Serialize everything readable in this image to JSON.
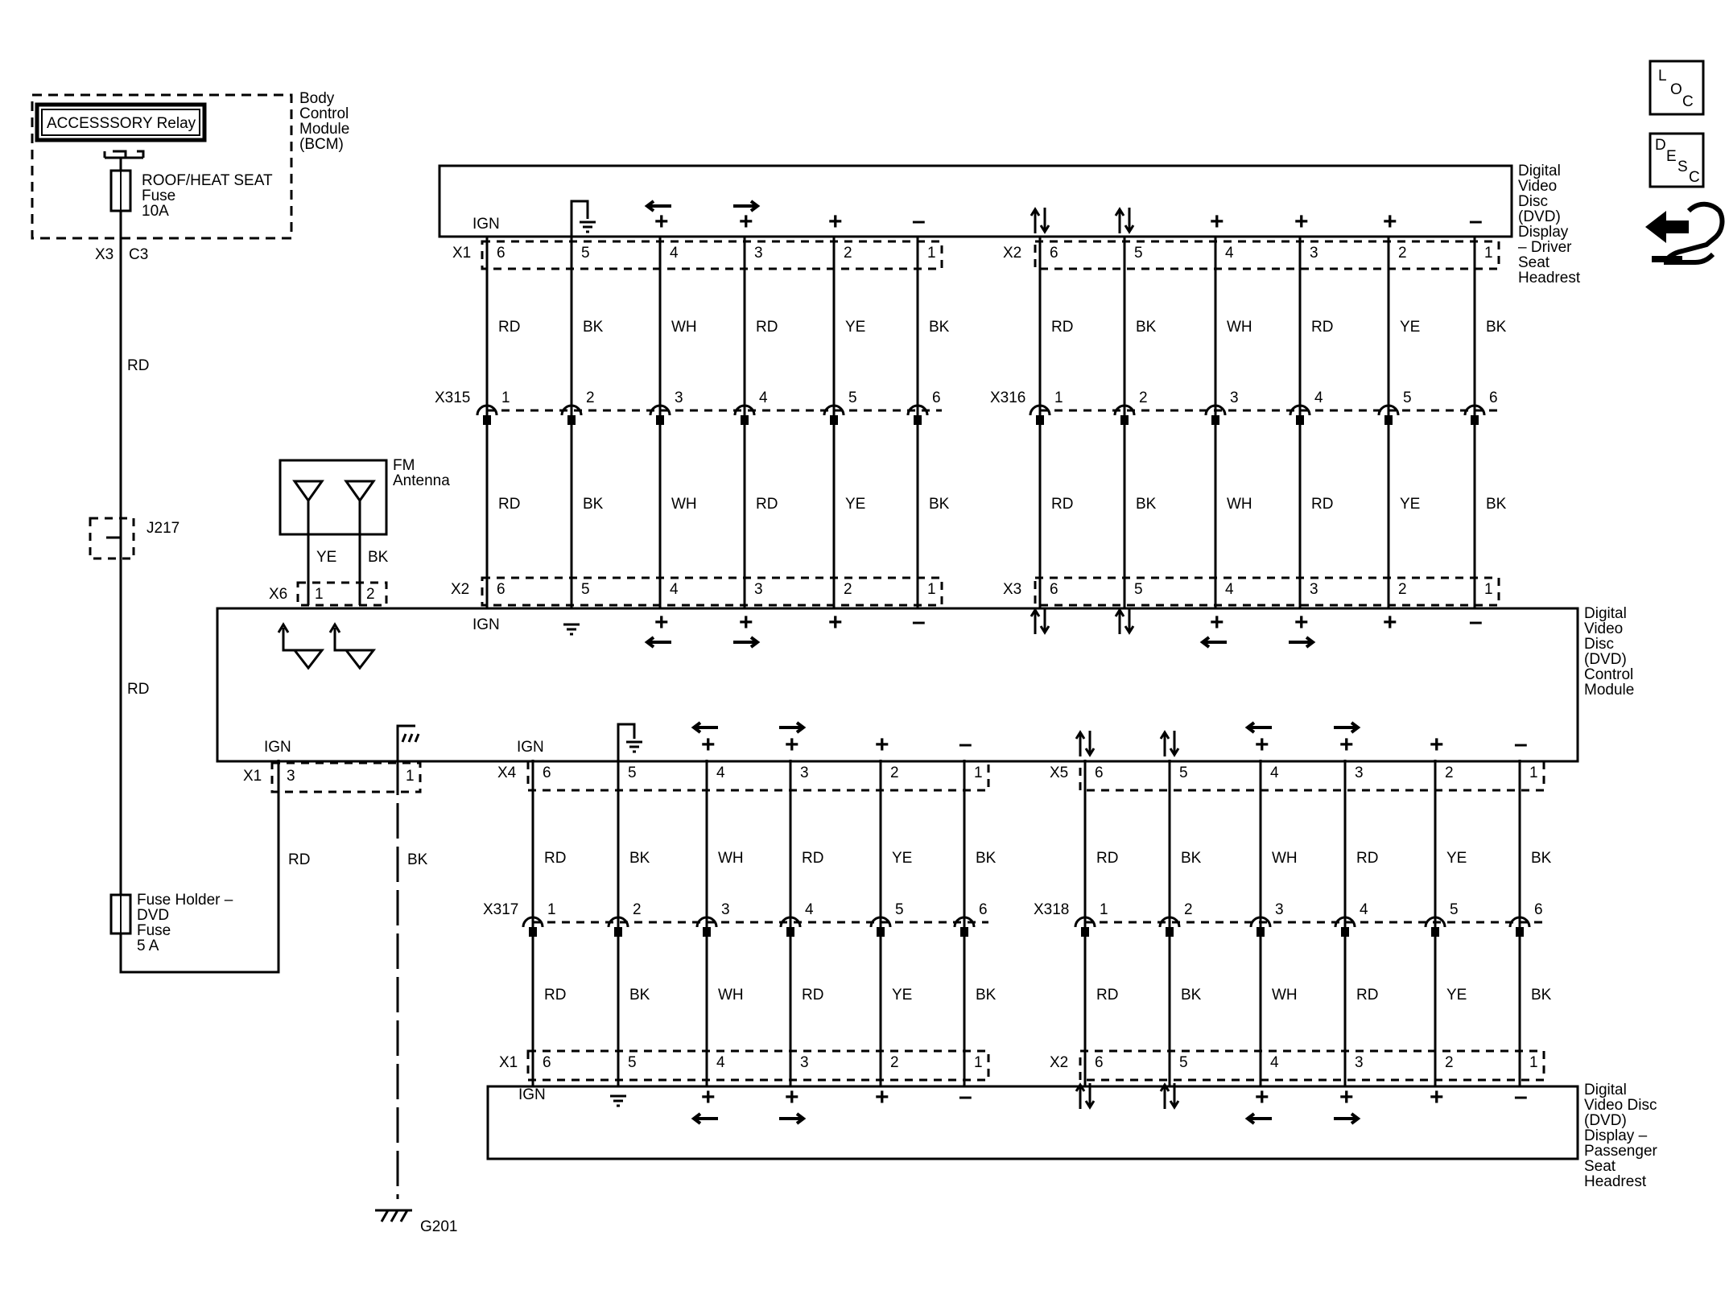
{
  "nav_icons": {
    "loc": [
      "L",
      "O",
      "C"
    ],
    "desc": [
      "D",
      "E",
      "S",
      "C"
    ],
    "back_icon": "hand-arrow-icon"
  },
  "bcm": {
    "relay": "ACCESSSORY Relay",
    "name_lines": [
      "Body",
      "Control",
      "Module",
      "(BCM)"
    ],
    "fuse_lines": [
      "ROOF/HEAT SEAT",
      "Fuse",
      "10A"
    ],
    "connector": "X3",
    "pin": "C3",
    "wire_color": "RD"
  },
  "splice": {
    "name": "J217",
    "wire_color": "RD"
  },
  "fuse_holder": {
    "lines": [
      "Fuse Holder –",
      "DVD",
      "Fuse",
      "5 A"
    ]
  },
  "antenna": {
    "name_lines": [
      "FM",
      "Antenna"
    ],
    "wires": [
      "YE",
      "BK"
    ],
    "connector": "X6",
    "pins": [
      "1",
      "2"
    ]
  },
  "driver_display": {
    "name_lines": [
      "Digital",
      "Video",
      "Disc",
      "(DVD)",
      "Display",
      "– Driver",
      "Seat",
      "Headrest"
    ]
  },
  "control_module": {
    "name_lines": [
      "Digital",
      "Video",
      "Disc",
      "(DVD)",
      "Control",
      "Module"
    ],
    "x1": {
      "connector": "X1",
      "pins": [
        "3",
        "1"
      ],
      "labels": [
        "IGN"
      ]
    },
    "x1_wires": [
      "RD",
      "BK"
    ]
  },
  "passenger_display": {
    "name_lines": [
      "Digital",
      "Video Disc",
      "(DVD)",
      "Display –",
      "Passenger",
      "Seat",
      "Headrest"
    ]
  },
  "ground": {
    "name": "G201"
  },
  "wire_colors": [
    "RD",
    "BK",
    "WH",
    "RD",
    "YE",
    "BK"
  ],
  "display_pins": [
    "6",
    "5",
    "4",
    "3",
    "2",
    "1"
  ],
  "inline_pins": [
    "1",
    "2",
    "3",
    "4",
    "5",
    "6"
  ],
  "driver_group_a": {
    "top_connector": "X1",
    "inline_connector": "X315",
    "module_connector": "X2",
    "symbols": [
      "IGN",
      "ground",
      "+ ←",
      "+ →",
      "+",
      "–"
    ]
  },
  "driver_group_b": {
    "top_connector": "X2",
    "inline_connector": "X316",
    "module_connector": "X3",
    "symbols": [
      "↑↓",
      "↑↓",
      "+",
      "+",
      "+",
      "–"
    ]
  },
  "passenger_group_a": {
    "module_connector": "X4",
    "inline_connector": "X317",
    "bottom_connector": "X1",
    "symbols": [
      "IGN",
      "ground",
      "+ ←",
      "+ →",
      "+",
      "–"
    ]
  },
  "passenger_group_b": {
    "module_connector": "X5",
    "inline_connector": "X318",
    "bottom_connector": "X2",
    "symbols": [
      "↑↓",
      "↑↓",
      "+ ←",
      "+ →",
      "+",
      "–"
    ]
  },
  "text_labels": {
    "ign": "IGN",
    "plus": "+",
    "minus": "–"
  }
}
